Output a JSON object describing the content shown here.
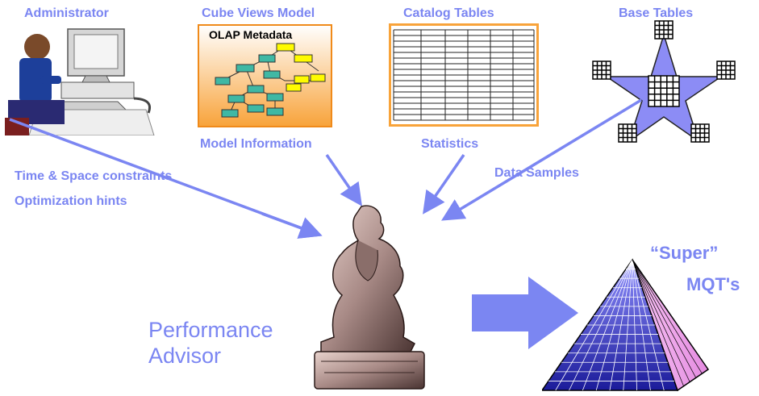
{
  "labels": {
    "administrator": "Administrator",
    "cube_views_model": "Cube Views Model",
    "olap_metadata": "OLAP Metadata",
    "catalog_tables": "Catalog Tables",
    "base_tables": "Base Tables",
    "model_information": "Model Information",
    "statistics": "Statistics",
    "time_space": "Time & Space constraints",
    "optimization_hints": "Optimization hints",
    "data_samples": "Data Samples",
    "super": "“Super”",
    "mqts": "MQT's",
    "performance": "Performance",
    "advisor": "Advisor"
  },
  "colors": {
    "label": "#7b86f2",
    "arrow": "#7b86f2",
    "olap_box_top": "#ffffff",
    "olap_box_bottom": "#f8a33a",
    "catalog_border": "#f8a33a",
    "teal_node": "#3fb8a4",
    "yellow_node": "#fffb00",
    "star_fill": "#8c8cf5",
    "pyramid_blue": "#2a2ab0",
    "pyramid_pink": "#f3a8f0"
  }
}
